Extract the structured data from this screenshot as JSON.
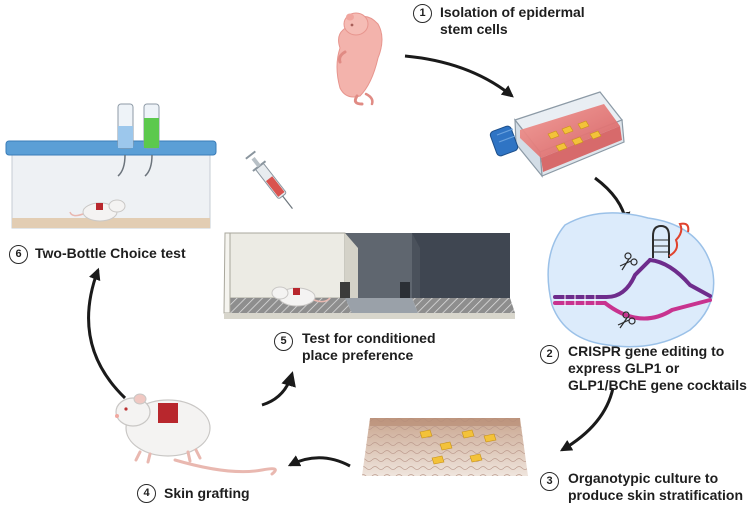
{
  "steps": [
    {
      "number": "1",
      "lines": [
        "Isolation of epidermal",
        "stem cells"
      ]
    },
    {
      "number": "2",
      "lines": [
        "CRISPR gene editing to",
        "express GLP1 or",
        "GLP1/BChE gene cocktails"
      ]
    },
    {
      "number": "3",
      "lines": [
        "Organotypic culture to",
        "produce skin stratification"
      ]
    },
    {
      "number": "4",
      "lines": [
        "Skin grafting"
      ]
    },
    {
      "number": "5",
      "lines": [
        "Test for conditioned",
        "place preference"
      ]
    },
    {
      "number": "6",
      "lines": [
        "Two-Bottle Choice test"
      ]
    }
  ],
  "icons": [
    "newborn-mouse-icon",
    "culture-flask-icon",
    "crispr-cell-icon",
    "skin-culture-icon",
    "mouse-with-graft-icon",
    "syringe-icon",
    "place-preference-box-icon",
    "two-bottle-cage-icon"
  ],
  "colors": {
    "arrow": "#1a1a1a",
    "graft": "#b8272d",
    "crispr_cell": "#dcebfb",
    "dna_purple": "#6e2c8c",
    "dna_magenta": "#c8338f",
    "flask_medium": "#e57d7a",
    "cap_blue": "#2f74c4",
    "bottle_green": "#5cc94d",
    "cage_lid": "#5b9fd6"
  }
}
